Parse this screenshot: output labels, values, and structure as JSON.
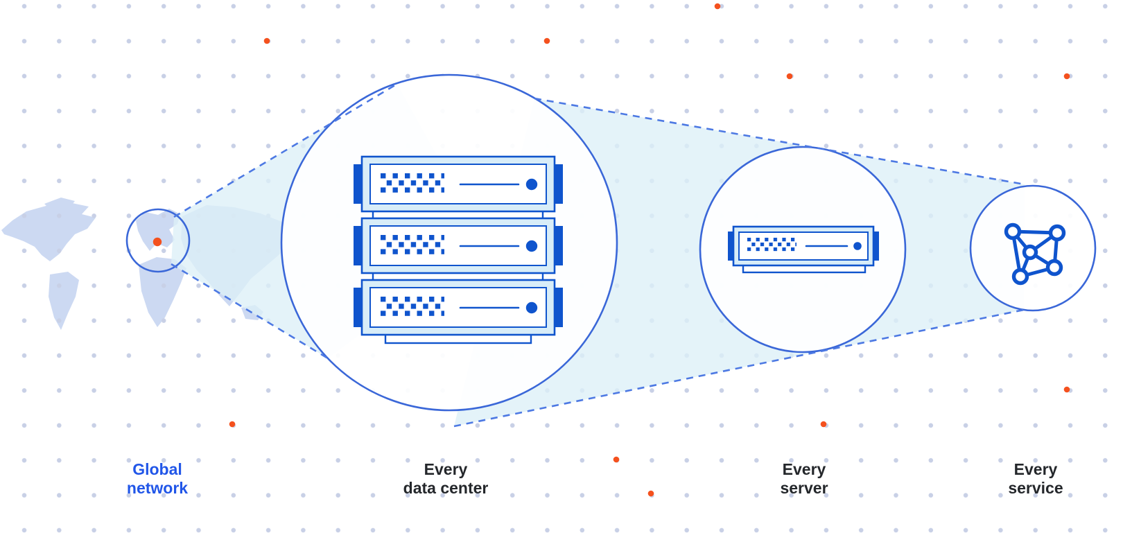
{
  "colors": {
    "accent_blue": "#2156E8",
    "ink_blue": "#0F54CD",
    "stroke_blue": "#3A67D8",
    "dash_blue": "#4D79E3",
    "light_blue_fill": "#D8EDF8",
    "cone_cyan": "#DCEFF7",
    "map_fill": "#CCD9F2",
    "grid_dot": "#C8D0E6",
    "orange": "#F4511E",
    "text_dark": "#24272B"
  },
  "stages": [
    {
      "id": "global-network",
      "icon": "world-map-with-location-marker-icon",
      "label_line1": "Global",
      "label_line2": "network"
    },
    {
      "id": "every-data-center",
      "icon": "server-rack-icon",
      "label_line1": "Every",
      "label_line2": "data center"
    },
    {
      "id": "every-server",
      "icon": "server-icon",
      "label_line1": "Every",
      "label_line2": "server"
    },
    {
      "id": "every-service",
      "icon": "network-mesh-icon",
      "label_line1": "Every",
      "label_line2": "service"
    }
  ]
}
